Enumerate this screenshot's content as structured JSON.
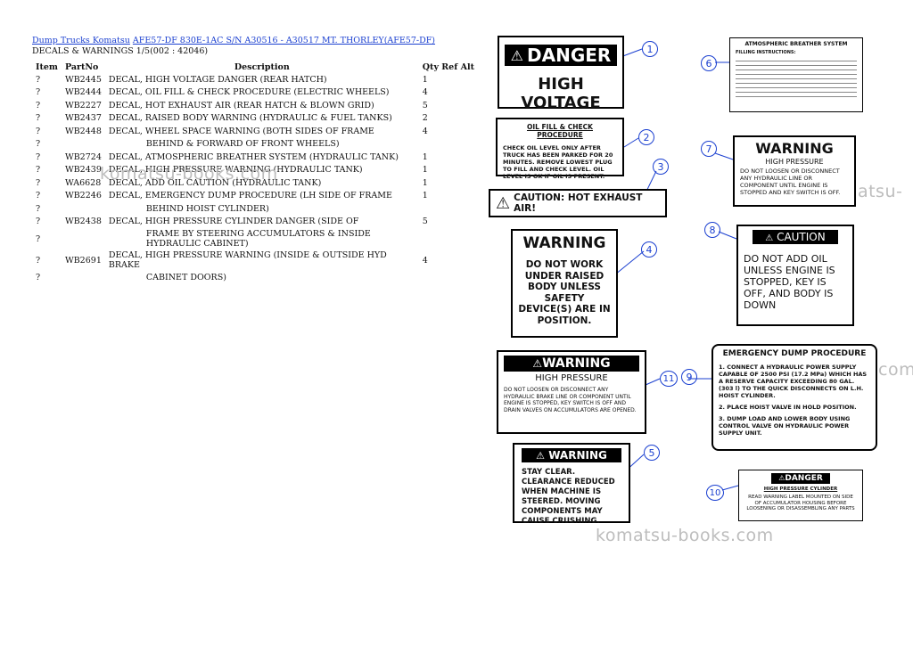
{
  "breadcrumb": {
    "link1": "Dump Trucks Komatsu",
    "link2": "AFE57-DF 830E-1AC S/N A30516 - A30517 MT. THORLEY(AFE57-DF)"
  },
  "section_title": "DECALS & WARNINGS 1/5(002 : 42046)",
  "table": {
    "headers": [
      "Item",
      "PartNo",
      "Description",
      "Qty",
      "Ref",
      "Alt"
    ],
    "rows": [
      {
        "item": "?",
        "part": "WB2445",
        "desc": "DECAL, HIGH VOLTAGE DANGER (REAR HATCH)",
        "qty": "1"
      },
      {
        "item": "?",
        "part": "WB2444",
        "desc": "DECAL, OIL FILL & CHECK PROCEDURE (ELECTRIC WHEELS)",
        "qty": "4"
      },
      {
        "item": "?",
        "part": "WB2227",
        "desc": "DECAL, HOT EXHAUST AIR (REAR HATCH & BLOWN GRID)",
        "qty": "5"
      },
      {
        "item": "?",
        "part": "WB2437",
        "desc": "DECAL, RAISED BODY WARNING (HYDRAULIC & FUEL TANKS)",
        "qty": "2"
      },
      {
        "item": "?",
        "part": "WB2448",
        "desc": "DECAL, WHEEL SPACE WARNING (BOTH SIDES OF FRAME",
        "qty": "4"
      },
      {
        "item": "?",
        "part": "",
        "desc": "BEHIND & FORWARD OF FRONT WHEELS)",
        "qty": ""
      },
      {
        "item": "?",
        "part": "WB2724",
        "desc": "DECAL, ATMOSPHERIC BREATHER SYSTEM (HYDRAULIC TANK)",
        "qty": "1"
      },
      {
        "item": "?",
        "part": "WB2439",
        "desc": "DECAL, HIGH PRESSURE WARNING (HYDRAULIC TANK)",
        "qty": "1"
      },
      {
        "item": "?",
        "part": "WA6628",
        "desc": "DECAL, ADD OIL CAUTION (HYDRAULIC TANK)",
        "qty": "1"
      },
      {
        "item": "?",
        "part": "WB2246",
        "desc": "DECAL, EMERGENCY DUMP PROCEDURE (LH SIDE OF FRAME",
        "qty": "1"
      },
      {
        "item": "?",
        "part": "",
        "desc": "BEHIND HOIST CYLINDER)",
        "qty": ""
      },
      {
        "item": "?",
        "part": "WB2438",
        "desc": "DECAL, HIGH PRESSURE CYLINDER DANGER (SIDE OF",
        "qty": "5"
      },
      {
        "item": "?",
        "part": "",
        "desc": "FRAME BY STEERING ACCUMULATORS & INSIDE HYDRAULIC CABINET)",
        "qty": ""
      },
      {
        "item": "?",
        "part": "WB2691",
        "desc": "DECAL, HIGH PRESSURE WARNING (INSIDE & OUTSIDE HYD BRAKE",
        "qty": "4"
      },
      {
        "item": "?",
        "part": "",
        "desc": "CABINET DOORS)",
        "qty": ""
      }
    ]
  },
  "watermark": "komatsu-books.com",
  "watermark_partial": "komatsu-",
  "watermark_partial2": "com",
  "decals": {
    "d1_header": "DANGER",
    "d1_body": "HIGH VOLTAGE",
    "d2_header": "OIL FILL & CHECK PROCEDURE",
    "d2_body": "CHECK OIL LEVEL ONLY AFTER TRUCK HAS BEEN PARKED FOR 20 MINUTES. REMOVE LOWEST PLUG TO FILL AND CHECK LEVEL. OIL LEVEL IS OK IF OIL IS PRESENT.",
    "d3_body": "CAUTION: HOT EXHAUST AIR!",
    "d4_header": "WARNING",
    "d4_body": "DO NOT WORK UNDER RAISED BODY UNLESS SAFETY DEVICE(S) ARE IN POSITION.",
    "d5_header": "WARNING",
    "d5_body": "STAY CLEAR. CLEARANCE REDUCED WHEN MACHINE IS STEERED. MOVING COMPONENTS MAY CAUSE CRUSHING.",
    "d6_header": "ATMOSPHERIC BREATHER SYSTEM",
    "d6_sub": "FILLING INSTRUCTIONS:",
    "d7_header": "WARNING",
    "d7_sub": "HIGH PRESSURE",
    "d7_body": "DO NOT LOOSEN OR DISCONNECT ANY HYDRAULIC LINE OR COMPONENT UNTIL ENGINE IS STOPPED AND KEY SWITCH IS OFF.",
    "d8_header": "CAUTION",
    "d8_body": "DO NOT ADD OIL UNLESS ENGINE IS STOPPED, KEY IS OFF, AND BODY IS DOWN",
    "d9_header": "EMERGENCY DUMP PROCEDURE",
    "d9_step1": "1. CONNECT A HYDRAULIC POWER SUPPLY CAPABLE OF 2500 PSI (17.2 MPa) WHICH HAS A RESERVE CAPACITY EXCEEDING 80 GAL. (303 l) TO THE QUICK DISCONNECTS ON L.H. HOIST CYLINDER.",
    "d9_step2": "2. PLACE HOIST VALVE IN HOLD POSITION.",
    "d9_step3": "3. DUMP LOAD AND LOWER BODY USING CONTROL VALVE ON HYDRAULIC POWER SUPPLY UNIT.",
    "d10_header": "DANGER",
    "d10_sub": "HIGH PRESSURE CYLINDER",
    "d10_body": "READ WARNING LABEL MOUNTED ON SIDE OF ACCUMULATOR HOUSING BEFORE LOOSENING OR DISASSEMBLING ANY PARTS",
    "d11_header": "WARNING",
    "d11_sub": "HIGH PRESSURE",
    "d11_body": "DO NOT LOOSEN OR DISCONNECT ANY HYDRAULIC BRAKE LINE OR COMPONENT UNTIL ENGINE IS STOPPED, KEY SWITCH IS OFF AND DRAIN VALVES ON ACCUMULATORS ARE OPENED."
  },
  "callouts": [
    "1",
    "2",
    "3",
    "4",
    "5",
    "6",
    "7",
    "8",
    "9",
    "10",
    "11"
  ]
}
